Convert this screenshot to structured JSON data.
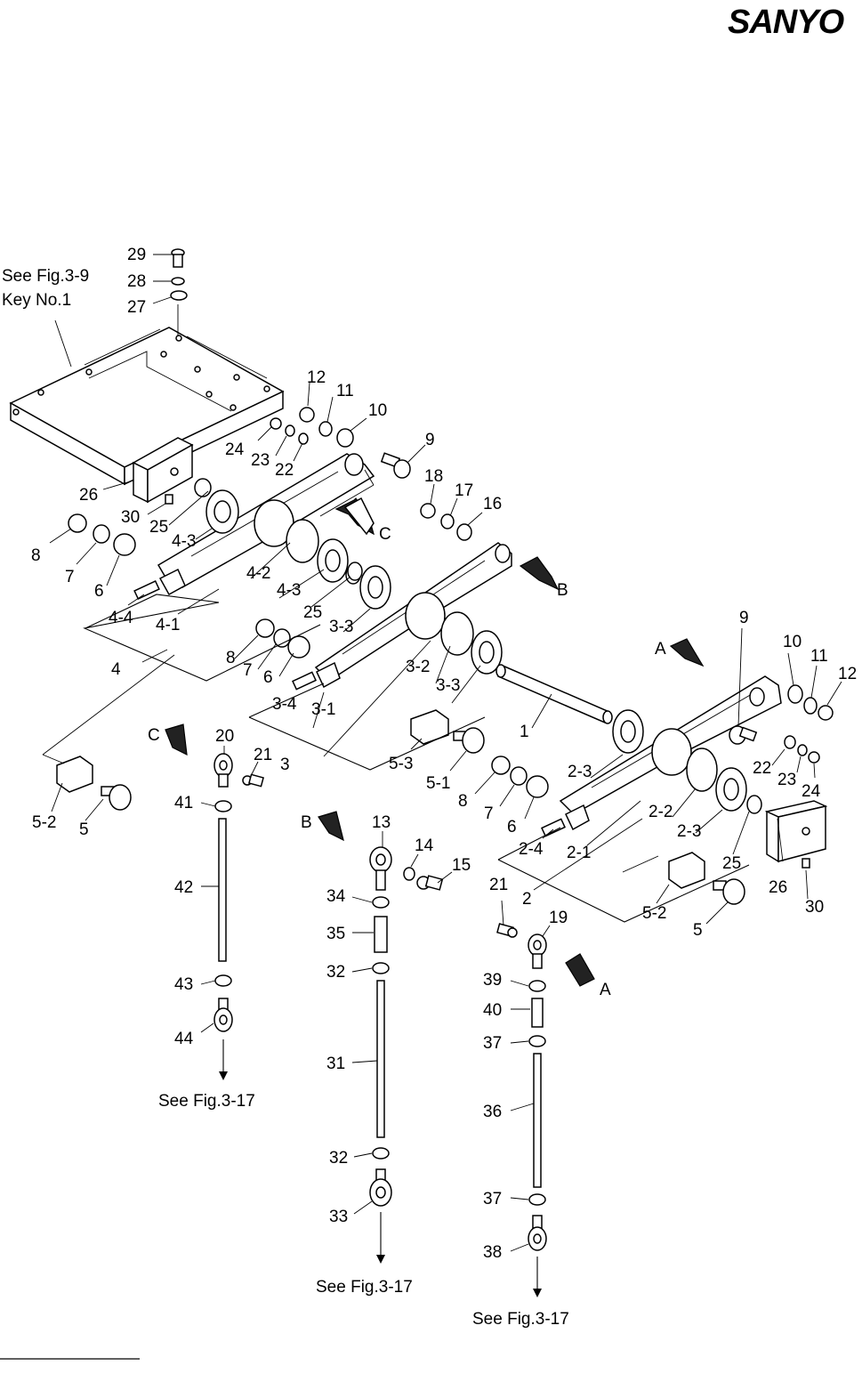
{
  "brand": {
    "logo_text": "SANYO"
  },
  "refs": {
    "see_fig_3_9": "See Fig.3-9",
    "key_no_1": "Key No.1",
    "see_fig_3_17_left": "See Fig.3-17",
    "see_fig_3_17_mid": "See Fig.3-17",
    "see_fig_3_17_right": "See Fig.3-17"
  },
  "view_arrows": {
    "a1": "A",
    "a2": "A",
    "b1": "B",
    "b2": "B",
    "c1": "C",
    "c2": "C"
  },
  "labels": {
    "k29": "29",
    "k28": "28",
    "k27": "27",
    "k12a": "12",
    "k11a": "11",
    "k10a": "10",
    "k9a": "9",
    "k24a": "24",
    "k23a": "23",
    "k22a": "22",
    "k26a": "26",
    "k30a": "30",
    "k25a": "25",
    "k4_3a": "4-3",
    "k8a": "8",
    "k7a": "7",
    "k6a": "6",
    "k18": "18",
    "k17": "17",
    "k16": "16",
    "k4_2": "4-2",
    "k4_3b": "4-3",
    "k25b": "25",
    "k4_4": "4-4",
    "k4_1": "4-1",
    "k4": "4",
    "k8b": "8",
    "k7b": "7",
    "k6b": "6",
    "k3_3a": "3-3",
    "k3_2": "3-2",
    "k3_3b": "3-3",
    "k3_4": "3-4",
    "k3_1": "3-1",
    "k3": "3",
    "k1": "1",
    "k9b": "9",
    "k10b": "10",
    "k11b": "11",
    "k12b": "12",
    "k5_3": "5-3",
    "k5_1": "5-1",
    "k8c": "8",
    "k7c": "7",
    "k6c": "6",
    "k2_3a": "2-3",
    "k22b": "22",
    "k23b": "23",
    "k24b": "24",
    "k2_2": "2-2",
    "k2_3b": "2-3",
    "k2_4": "2-4",
    "k2_1": "2-1",
    "k2": "2",
    "k25c": "25",
    "k26b": "26",
    "k30b": "30",
    "k5_2a": "5-2",
    "k5a": "5",
    "k5_2b": "5-2",
    "k5b": "5",
    "k20": "20",
    "k21a": "21",
    "k41": "41",
    "k42": "42",
    "k43": "43",
    "k44": "44",
    "k13": "13",
    "k14": "14",
    "k15": "15",
    "k34": "34",
    "k35": "35",
    "k32a": "32",
    "k31": "31",
    "k32b": "32",
    "k33": "33",
    "k21b": "21",
    "k19": "19",
    "k39": "39",
    "k40": "40",
    "k37a": "37",
    "k36": "36",
    "k37b": "37",
    "k38": "38"
  }
}
